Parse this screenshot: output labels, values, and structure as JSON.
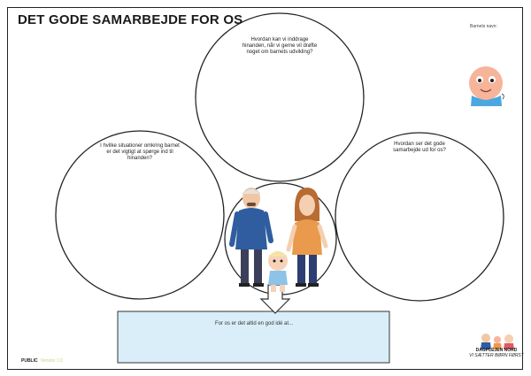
{
  "header": {
    "title": "DET GODE SAMARBEJDE FOR OS",
    "child_name_label": "Barnets navn:"
  },
  "circles": {
    "top": "Hvordan kan vi inddrage hinanden, når vi gerne vil drøfte noget om barnets udvikling?",
    "left": "I hvilke situationer omkring barnet er det vigtigt at spørge ind til hinanden?",
    "right": "Hvordan ser det gode samarbejde ud for os?"
  },
  "bottom_box": {
    "text": "For os er det altid en god idé at..."
  },
  "footer": {
    "left_label": "PUBLIC",
    "left_sub": "Version 1.0",
    "brand_name": "DAGPLEJEN NORD",
    "brand_sub": "VI SÆTTER BØRN FØRST"
  },
  "icons": [
    "baby-face-icon",
    "family-illustration",
    "down-arrow-icon",
    "family-logo-icon"
  ],
  "colors": {
    "bottom_box_fill": "#d9eef8",
    "father_shirt": "#2f5da0",
    "mother_shirt": "#e99a4d",
    "baby_face": "#f6b49a"
  }
}
